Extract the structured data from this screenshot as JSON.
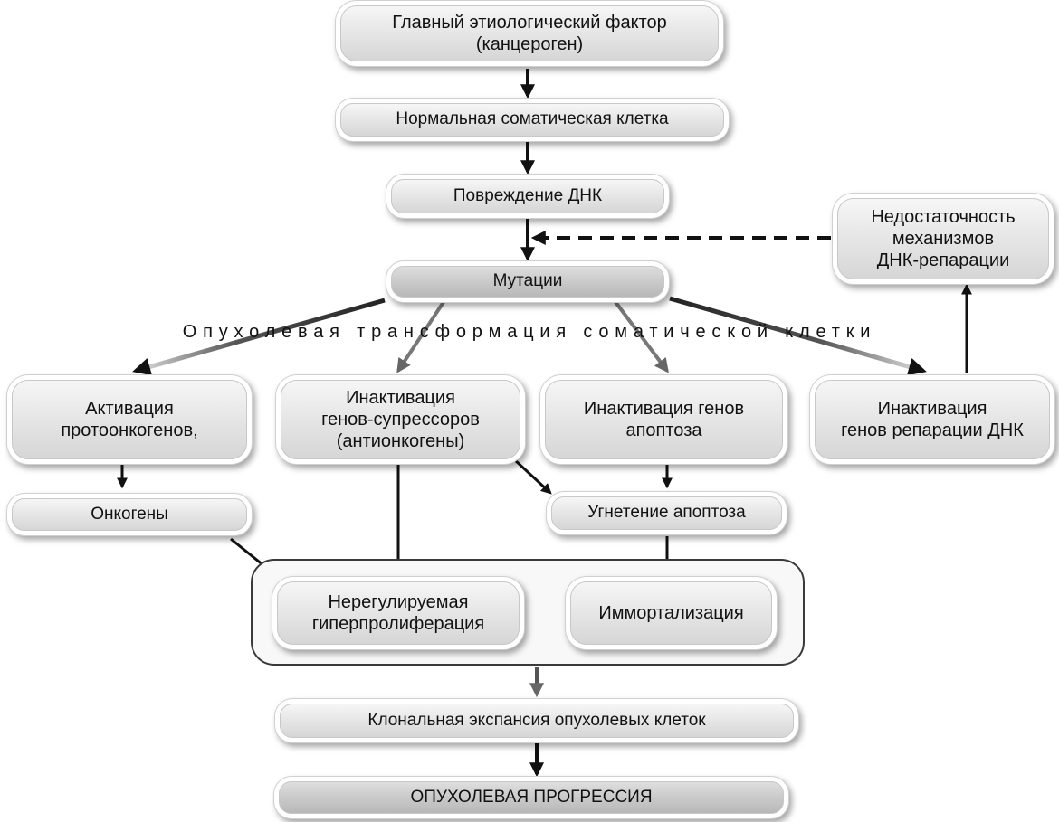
{
  "nodes": {
    "main_factor": "Главный этиологический фактор\n(канцероген)",
    "normal_cell": "Нормальная  соматическая клетка",
    "dna_damage": "Повреждение ДНК",
    "mutations": "Мутации",
    "repair_deficiency": "Недостаточность\nмеханизмов\nДНК-репарации",
    "activation": "Активация\nпротоонкогенов,",
    "suppressor_inactivation": "Инактивация\nгенов-супрессоров\n(антионкогены)",
    "apoptosis_inactivation": "Инактивация генов\nапоптоза",
    "repair_inactivation": "Инактивация\nгенов репарации ДНК",
    "oncogenes": "Онкогены",
    "apoptosis_inhibition": "Угнетение апоптоза",
    "hyperproliferation": "Нерегулируемая\nгиперпролиферация",
    "immortalization": "Иммортализация",
    "clonal_expansion": "Клональная экспансия опухолевых клеток",
    "progression": "ОПУХОЛЕВАЯ ПРОГРЕССИЯ"
  },
  "transformation_label": "Опухолевая трансформация соматической клетки"
}
